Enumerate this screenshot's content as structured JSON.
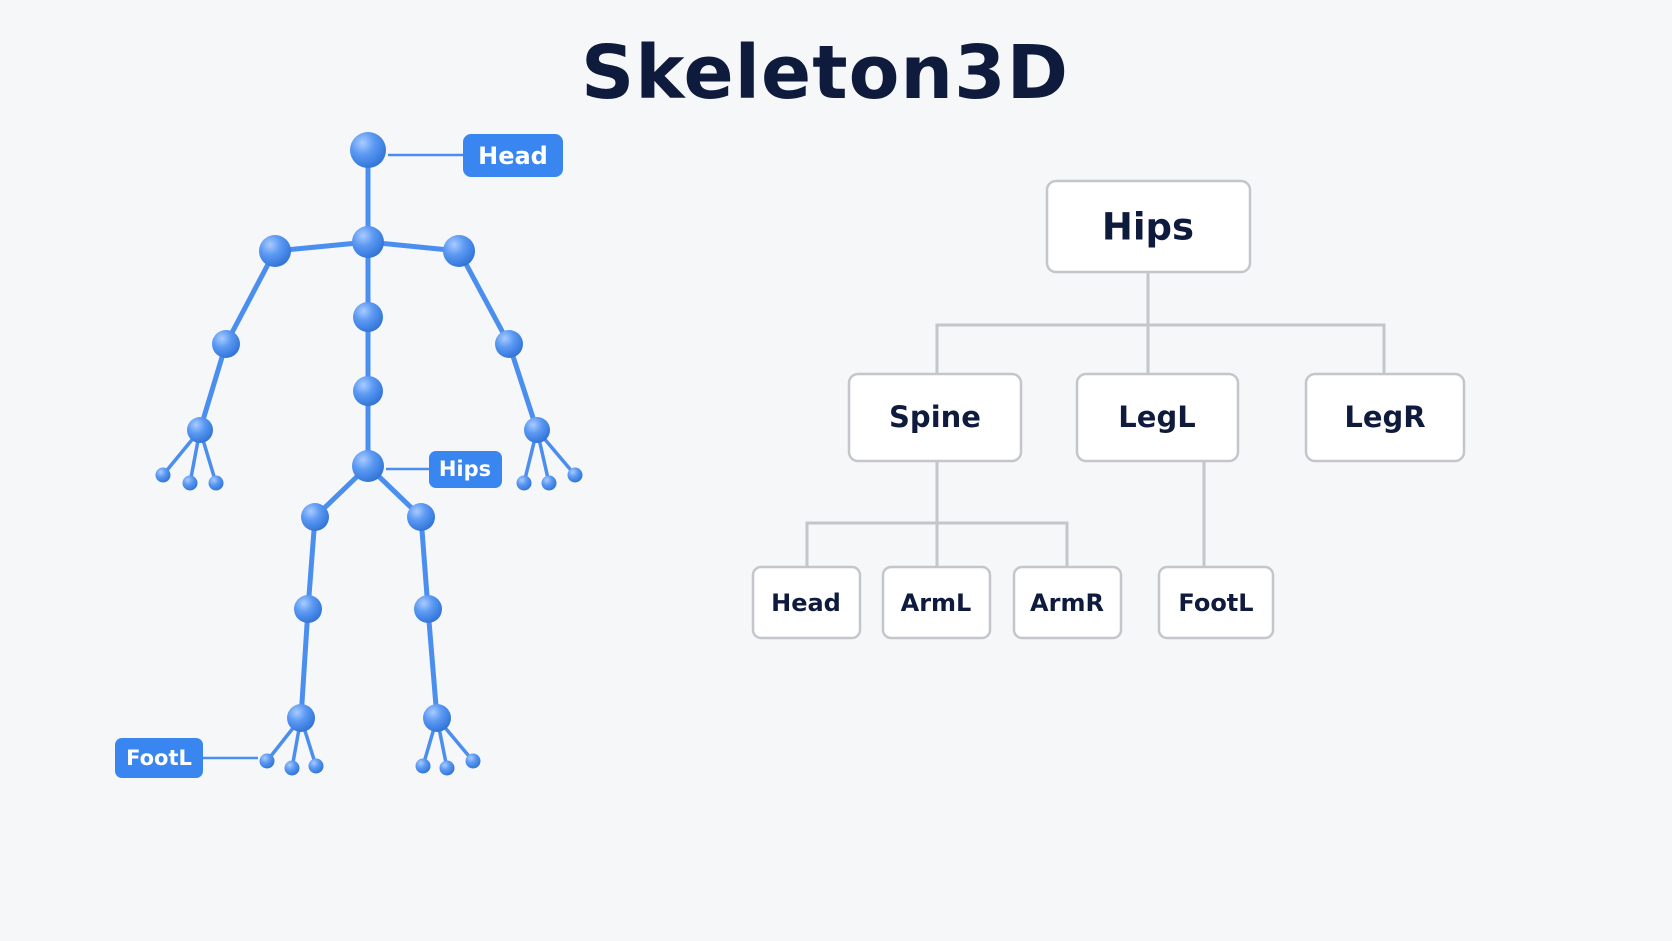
{
  "title": "Skeleton3D",
  "colors": {
    "bone": "#4a8ef0",
    "tag": "#3a86f0",
    "text": "#0f1b3d",
    "tree_border": "#c3c6cb"
  },
  "skeleton_labels": {
    "head": "Head",
    "hips": "Hips",
    "foot_l": "FootL"
  },
  "hierarchy": {
    "root": "Hips",
    "level1": [
      "Spine",
      "LegL",
      "LegR"
    ],
    "level2": [
      "Head",
      "ArmL",
      "ArmR",
      "FootL"
    ]
  }
}
